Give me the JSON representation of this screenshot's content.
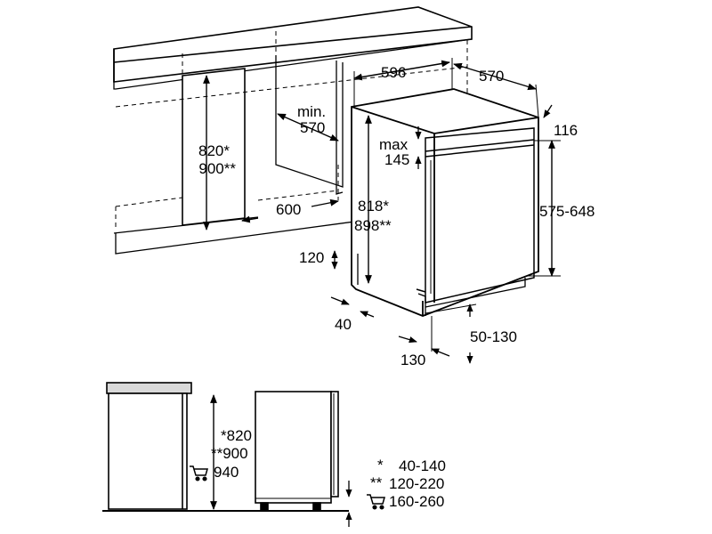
{
  "top_view": {
    "cabinet_height_std": "820*",
    "cabinet_height_tall": "900**",
    "niche_depth_min": "min.",
    "niche_depth_value": "570",
    "niche_width": "600",
    "width": "596",
    "depth": "570",
    "door_offset": "116",
    "panel_gap_max": "max",
    "panel_gap_value": "145",
    "height_std": "818*",
    "height_tall": "898**",
    "door_height_range": "575-648",
    "plinth_height": "120",
    "plinth_recess": "40",
    "foot_adjust": "50-130",
    "toe_depth": "130"
  },
  "bottom_view": {
    "height_std": "*820",
    "height_tall": "**900",
    "height_cart": "940",
    "legend": [
      {
        "marker": "*",
        "value": "40-140"
      },
      {
        "marker": "**",
        "value": "120-220"
      },
      {
        "marker": "cart-icon",
        "value": "160-260"
      }
    ]
  }
}
